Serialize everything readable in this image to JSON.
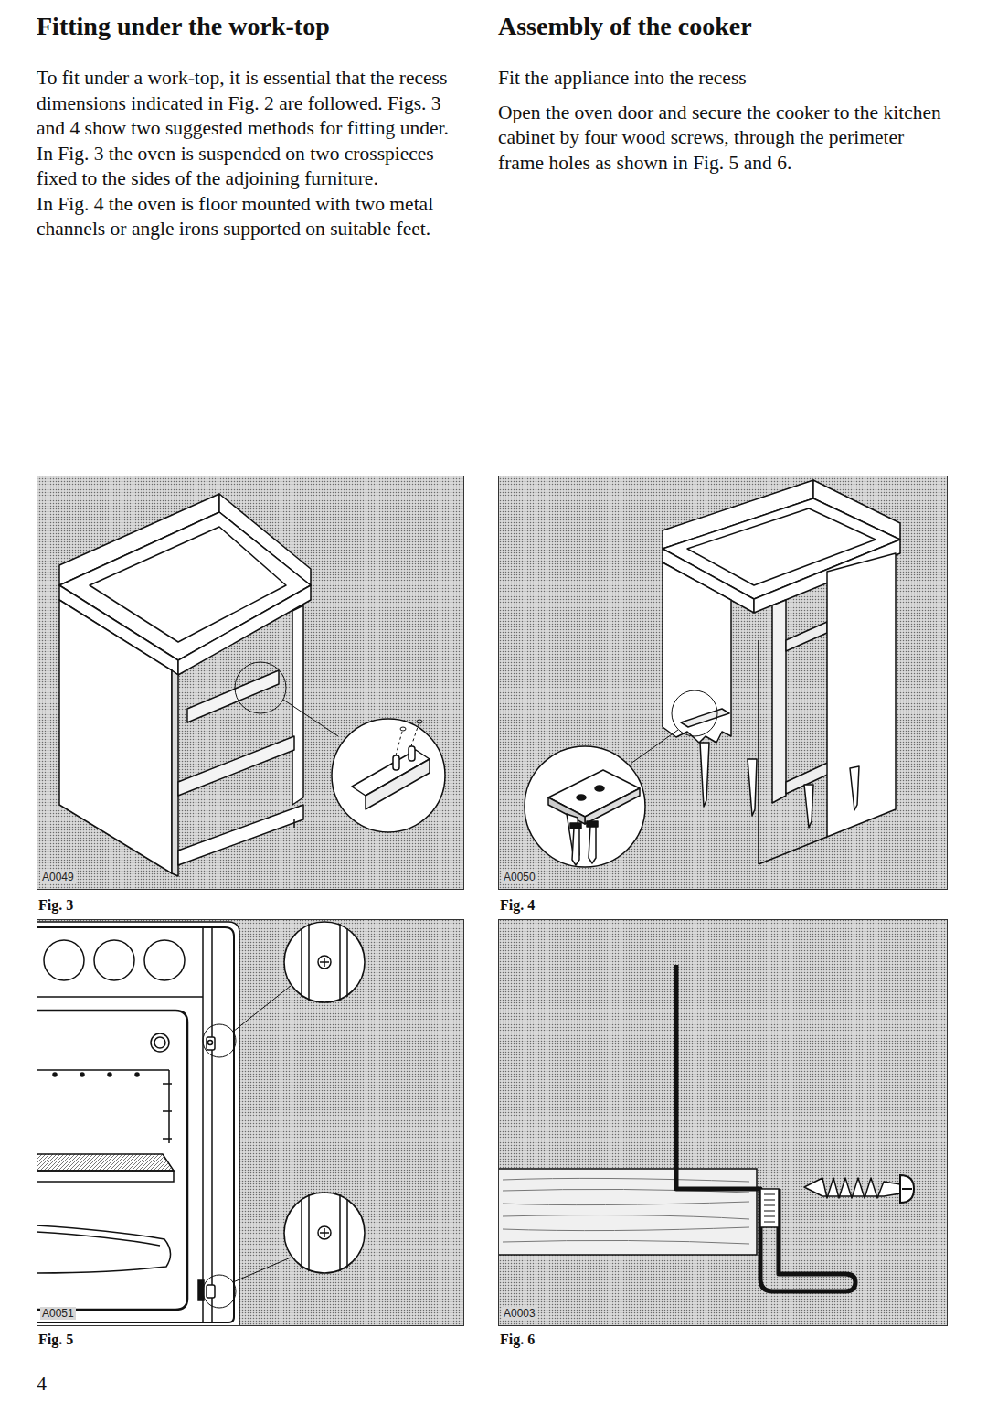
{
  "diagram": {
    "nodes": [
      {
        "text": [
          "A0049"
        ]
      },
      {
        "text": [
          "A0050"
        ]
      },
      {
        "text": [
          "A0051"
        ]
      },
      {
        "text": [
          "A0003"
        ]
      }
    ],
    "labels": [
      "Fitting under the work-top",
      "To fit under a work-top, it is essential that the recess dimensions indicated in Fig. 2 are followed. Figs. 3 and 4 show two suggested methods for fitting under. In Fig. 3 the oven is suspended on two crosspieces fixed to the sides of the adjoining furniture.",
      "In Fig. 4 the oven is floor mounted with two metal channels or angle irons supported on suitable feet.",
      "Assembly of the cooker",
      "Fit the appliance into the recess",
      "Open the oven door and secure the cooker to the kitchen cabinet by four wood screws, through the perimeter frame holes as shown in Fig. 5 and 6.",
      "Fig. 3",
      "Fig. 4",
      "Fig. 5",
      "Fig. 6",
      "4"
    ]
  }
}
